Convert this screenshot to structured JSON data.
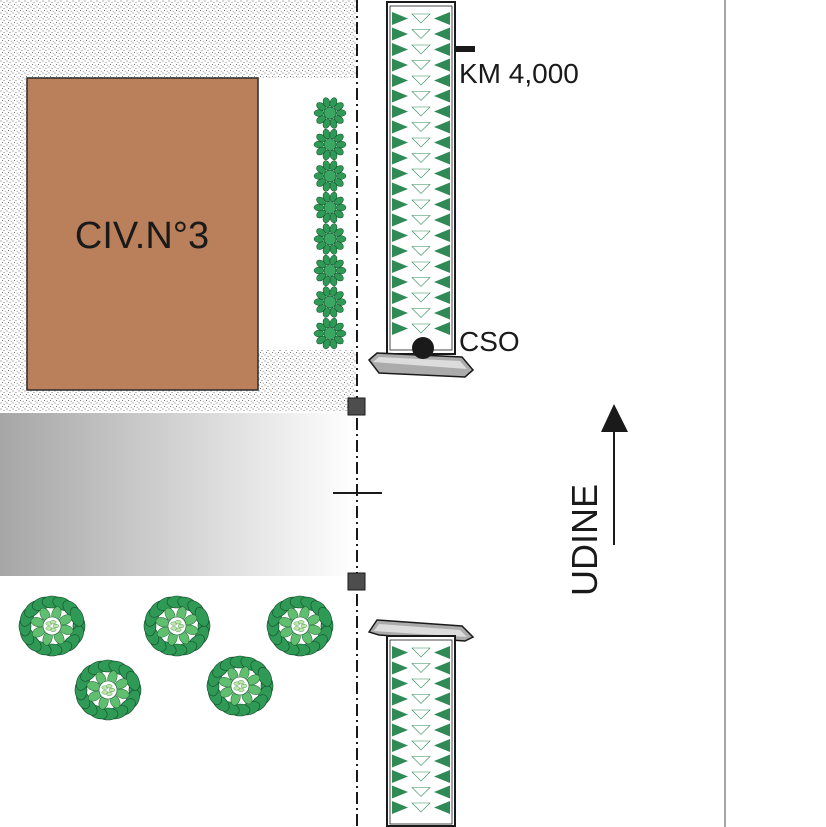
{
  "labels": {
    "building": "CIV.N°3",
    "km_marker": "KM 4,000",
    "cso": "CSO",
    "direction": "UDINE"
  },
  "colors": {
    "building_fill": "#b9805b",
    "hedge_green": "#2f9a55",
    "hedge_light": "#bfe8a6",
    "planter_triangle": "#2f8a55",
    "stipple": "#3a3a3a",
    "curb_gray": "#a9a9a9"
  },
  "icons": {
    "direction_arrow": "arrow-up-icon",
    "cso_point": "filled-circle-icon",
    "boundary_marker": "square-marker-icon"
  }
}
